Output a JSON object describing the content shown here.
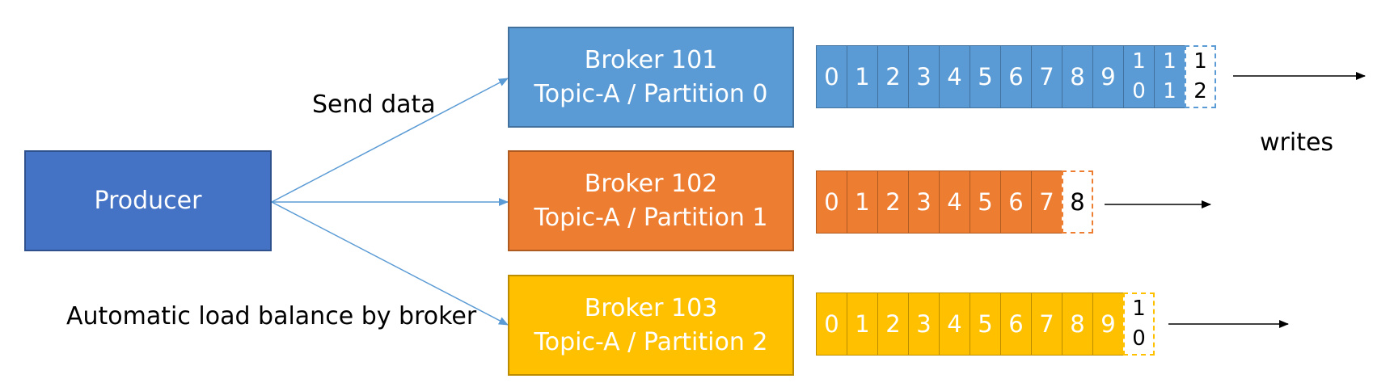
{
  "producer": {
    "label": "Producer",
    "color": "#4472c4"
  },
  "labels": {
    "send_data": "Send data",
    "load_balance": "Automatic load balance by broker",
    "writes": "writes"
  },
  "brokers": [
    {
      "line1": "Broker 101",
      "line2": "Topic-A / Partition 0",
      "color": "#5b9bd5",
      "border": "#41719c",
      "cells": [
        "0",
        "1",
        "2",
        "3",
        "4",
        "5",
        "6",
        "7",
        "8",
        "9",
        [
          "1",
          "0"
        ],
        [
          "1",
          "1"
        ]
      ],
      "next": [
        "1",
        "2"
      ]
    },
    {
      "line1": "Broker 102",
      "line2": "Topic-A / Partition 1",
      "color": "#ed7d31",
      "border": "#ae5a21",
      "cells": [
        "0",
        "1",
        "2",
        "3",
        "4",
        "5",
        "6",
        "7"
      ],
      "next": [
        "8"
      ]
    },
    {
      "line1": "Broker 103",
      "line2": "Topic-A / Partition 2",
      "color": "#ffc000",
      "border": "#bc8c00",
      "cells": [
        "0",
        "1",
        "2",
        "3",
        "4",
        "5",
        "6",
        "7",
        "8",
        "9"
      ],
      "next": [
        "1",
        "0"
      ]
    }
  ]
}
